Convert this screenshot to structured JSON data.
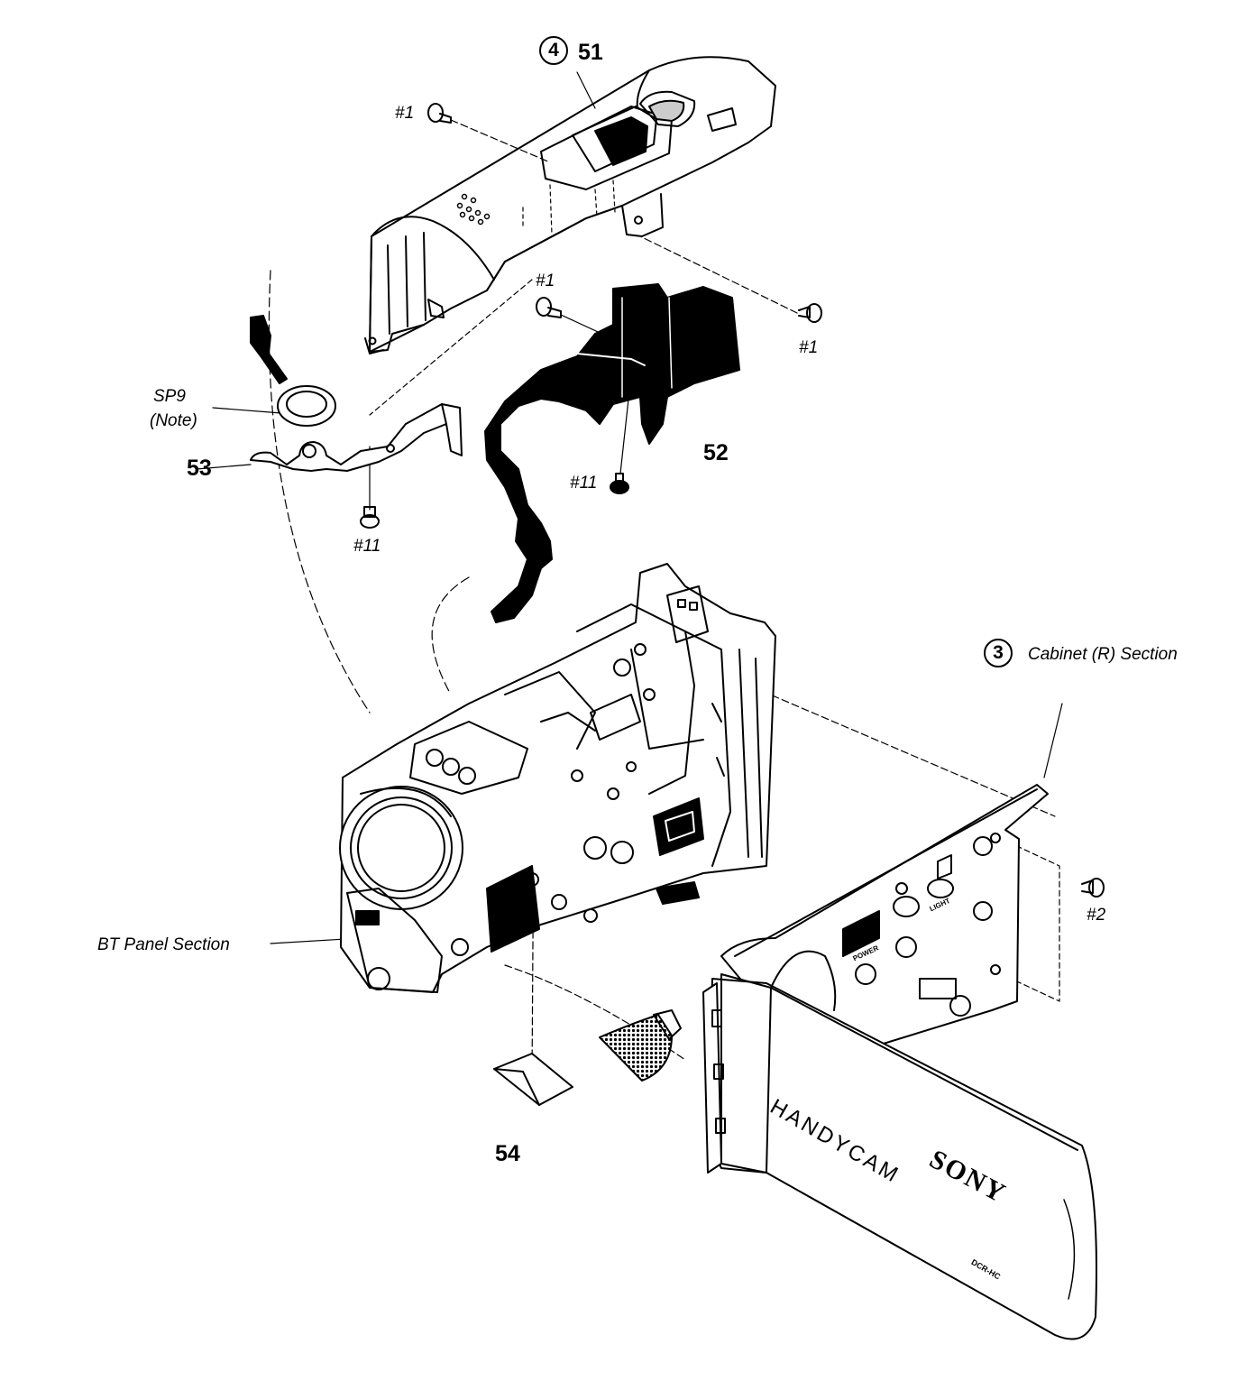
{
  "labels": {
    "sec4_circle": "4",
    "part51": "51",
    "screw1_a": "#1",
    "screw1_b": "#1",
    "screw1_c": "#1",
    "sp9_line1": "SP9",
    "sp9_line2": "(Note)",
    "part53": "53",
    "part52": "52",
    "screw11_a": "#11",
    "screw11_b": "#11",
    "sec3_circle": "3",
    "cabinet_section": "Cabinet (R) Section",
    "screw2": "#2",
    "bt_panel_section": "BT Panel Section",
    "part54": "54"
  },
  "panel_text": {
    "brand": "SONY",
    "model_line": "HANDYCAM",
    "model_code": "DCR-HC",
    "btn_power": "POWER",
    "btn_light": "LIGHT"
  }
}
